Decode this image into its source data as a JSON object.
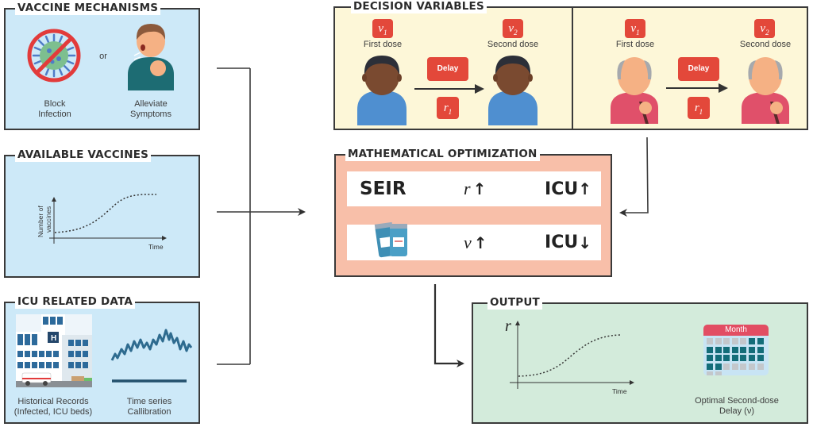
{
  "panels": {
    "vaccine_mechanisms": {
      "title": "VACCINE MECHANISMS",
      "left_caption_line1": "Block",
      "left_caption_line2": "Infection",
      "connector": "or",
      "right_caption_line1": "Alleviate",
      "right_caption_line2": "Symptoms",
      "icons": [
        "no-virus-icon",
        "coughing-person-icon"
      ]
    },
    "available_vaccines": {
      "title": "AVAILABLE VACCINES",
      "ylabel_line1": "Number of",
      "ylabel_line2": "vaccines",
      "xlabel": "Time"
    },
    "icu_related_data": {
      "title": "ICU RELATED DATA",
      "left_caption_line1": "Historical Records",
      "left_caption_line2": "(Infected, ICU beds)",
      "right_caption_line1": "Time series",
      "right_caption_line2": "Callibration",
      "hospital_sign": "H",
      "icons": [
        "hospital-icon",
        "time-series-icon"
      ]
    },
    "decision_variables": {
      "title": "DECISION VARIABLES",
      "groups": [
        {
          "name": "young",
          "first_tag": "v",
          "first_sub": "1",
          "first_label": "First dose",
          "second_tag": "v",
          "second_sub": "2",
          "second_label": "Second dose",
          "delay_label": "Delay",
          "rate_tag": "r",
          "rate_sub": "1"
        },
        {
          "name": "elderly",
          "first_tag": "v",
          "first_sub": "1",
          "first_label": "First dose",
          "second_tag": "v",
          "second_sub": "2",
          "second_label": "Second dose",
          "delay_label": "Delay",
          "rate_tag": "r",
          "rate_sub": "1"
        }
      ]
    },
    "mathematical_optimization": {
      "title": "MATHEMATICAL OPTIMIZATION",
      "rows": [
        {
          "left": "SEIR",
          "mid_var": "r",
          "mid_arrow": "↑",
          "right": "ICU",
          "right_arrow": "↑"
        },
        {
          "left_icon": "vaccine-vials-icon",
          "mid_var": "v",
          "mid_arrow": "↑",
          "right": "ICU",
          "right_arrow": "↓"
        }
      ]
    },
    "output": {
      "title": "OUTPUT",
      "ylabel": "r",
      "xlabel": "Time",
      "calendar_header": "Month",
      "caption_line1": "Optimal Second-dose",
      "caption_line2": "Delay (ν)",
      "calendar_rows": [
        [
          0,
          0,
          0,
          0,
          0,
          1,
          1
        ],
        [
          1,
          1,
          1,
          1,
          1,
          1,
          1
        ],
        [
          1,
          1,
          1,
          1,
          1,
          1,
          1
        ],
        [
          1,
          1,
          0,
          0,
          0,
          0,
          0
        ],
        [
          0,
          0
        ]
      ]
    }
  },
  "colors": {
    "panel_blue": "#cde9f8",
    "panel_yellow": "#fdf7d8",
    "panel_salmon": "#f8bfa9",
    "panel_green": "#d3ebdb",
    "accent_red": "#e3483a",
    "teal": "#136d79",
    "border": "#3a3a3a"
  }
}
